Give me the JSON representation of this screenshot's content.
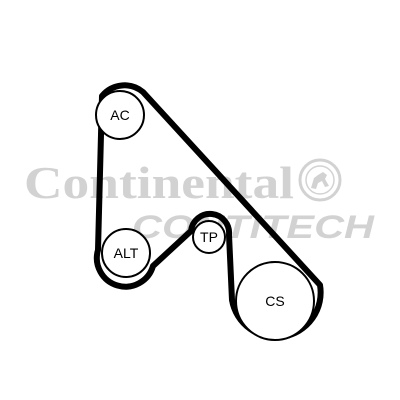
{
  "watermark": {
    "brand": "Continental",
    "division": "CONTITECH",
    "color": "#d2d2d2"
  },
  "belt": {
    "color": "#000000"
  },
  "pulleys": [
    {
      "id": "ac",
      "label": "AC",
      "name": "air-conditioning-compressor"
    },
    {
      "id": "alt",
      "label": "ALT",
      "name": "alternator"
    },
    {
      "id": "tp",
      "label": "TP",
      "name": "tensioner-pulley"
    },
    {
      "id": "cs",
      "label": "CS",
      "name": "crankshaft"
    }
  ]
}
